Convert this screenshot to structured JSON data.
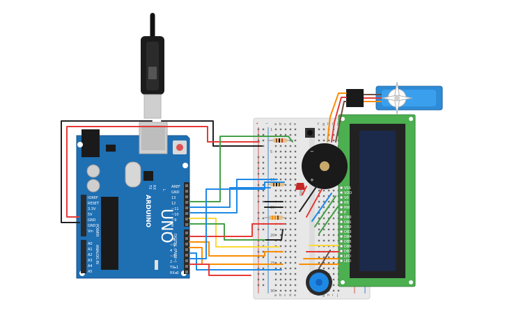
{
  "board": {
    "name": "UNO",
    "brand": "ARDUINO",
    "power_pins": [
      "IOREF",
      "RESET",
      "3.3V",
      "5V",
      "GND",
      "GND",
      "Vin"
    ],
    "power_label": "POWER",
    "analog_pins": [
      "A0",
      "A1",
      "A2",
      "A3",
      "A4",
      "A5"
    ],
    "analog_label": "ANALOG IN",
    "top_labels": [
      "AREF",
      "GND",
      "13",
      "12",
      "~11",
      "~10",
      "~9",
      "8"
    ],
    "bottom_labels": [
      "7",
      "~6",
      "~5",
      "4",
      "~3",
      "2",
      "TX▸1",
      "RX◂0"
    ],
    "digital_label": "DIGITAL (PWM~)",
    "tx_label": "TX",
    "rx_label": "RX",
    "l_label": "L",
    "colors": {
      "pcb": "#1f6fb3",
      "pcb_dark": "#17558c",
      "header": "#2a2a2a"
    }
  },
  "breadboard": {
    "cols": [
      "a",
      "b",
      "c",
      "d",
      "e",
      "f",
      "g",
      "h",
      "i",
      "j"
    ],
    "row_numbers": [
      "1",
      "5",
      "10",
      "15",
      "20",
      "25",
      "30"
    ],
    "colors": {
      "body": "#e8e8e8",
      "hole": "#6e6e6e",
      "rail_red": "#d32f2f",
      "rail_blue": "#1565c0"
    }
  },
  "lcd": {
    "pins": [
      "VSS",
      "VDD",
      "V0",
      "RS",
      "RW",
      "E",
      "DB0",
      "DB1",
      "DB2",
      "DB3",
      "DB4",
      "DB5",
      "DB6",
      "DB7",
      "LED",
      "LED"
    ],
    "colors": {
      "pcb": "#4caf50",
      "screen": "#1b2a4a"
    }
  },
  "wire_colors": {
    "red": "#e53935",
    "black": "#212121",
    "green": "#43a047",
    "orange": "#fb8c00",
    "blue": "#1e88e5",
    "yellow": "#fdd835",
    "brown": "#6d4c41"
  }
}
